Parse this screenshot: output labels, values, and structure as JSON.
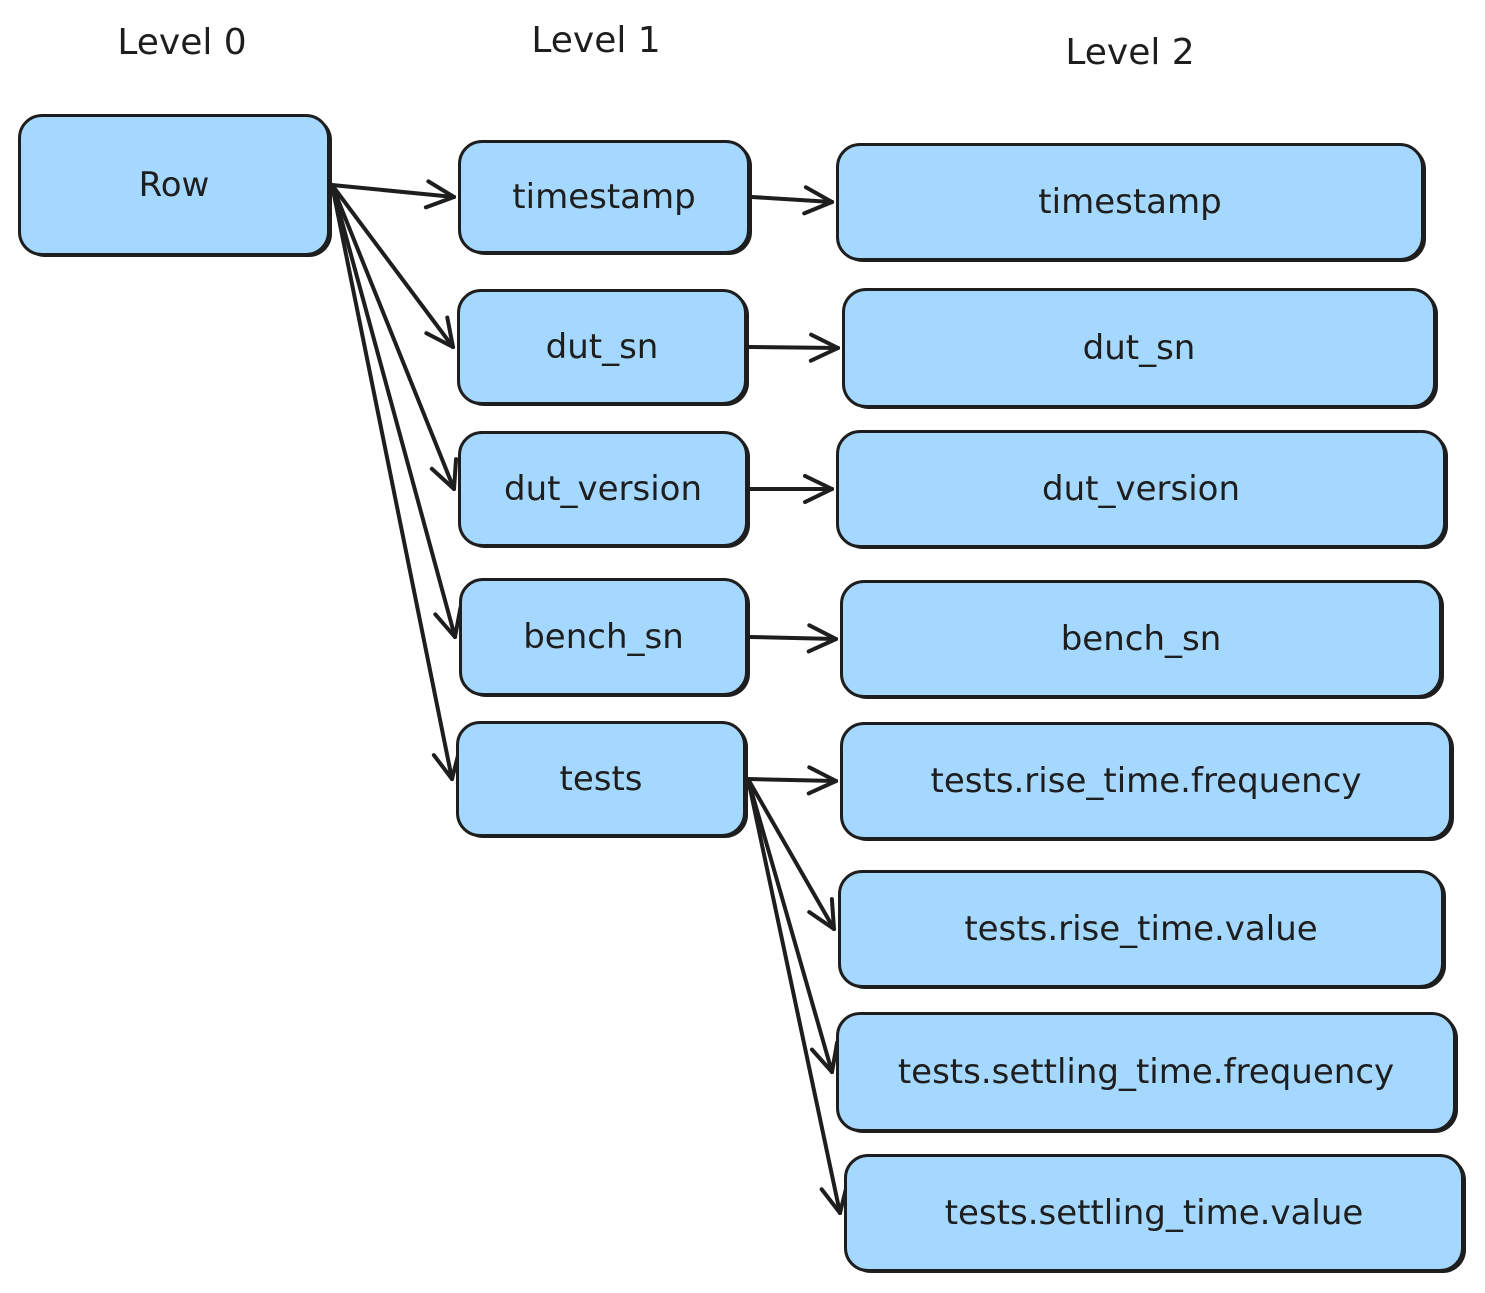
{
  "headers": {
    "level0": "Level 0",
    "level1": "Level 1",
    "level2": "Level 2"
  },
  "nodes": {
    "row": "Row",
    "l1_timestamp": "timestamp",
    "l1_dut_sn": "dut_sn",
    "l1_dut_version": "dut_version",
    "l1_bench_sn": "bench_sn",
    "l1_tests": "tests",
    "l2_timestamp": "timestamp",
    "l2_dut_sn": "dut_sn",
    "l2_dut_version": "dut_version",
    "l2_bench_sn": "bench_sn",
    "l2_rise_freq": "tests.rise_time.frequency",
    "l2_rise_value": "tests.rise_time.value",
    "l2_settle_freq": "tests.settling_time.frequency",
    "l2_settle_value": "tests.settling_time.value"
  },
  "edges": [
    [
      "row",
      "l1_timestamp"
    ],
    [
      "row",
      "l1_dut_sn"
    ],
    [
      "row",
      "l1_dut_version"
    ],
    [
      "row",
      "l1_bench_sn"
    ],
    [
      "row",
      "l1_tests"
    ],
    [
      "l1_timestamp",
      "l2_timestamp"
    ],
    [
      "l1_dut_sn",
      "l2_dut_sn"
    ],
    [
      "l1_dut_version",
      "l2_dut_version"
    ],
    [
      "l1_bench_sn",
      "l2_bench_sn"
    ],
    [
      "l1_tests",
      "l2_rise_freq"
    ],
    [
      "l1_tests",
      "l2_rise_value"
    ],
    [
      "l1_tests",
      "l2_settle_freq"
    ],
    [
      "l1_tests",
      "l2_settle_value"
    ]
  ],
  "colors": {
    "node_fill": "#a5d8ff",
    "stroke": "#1e1e1e"
  }
}
